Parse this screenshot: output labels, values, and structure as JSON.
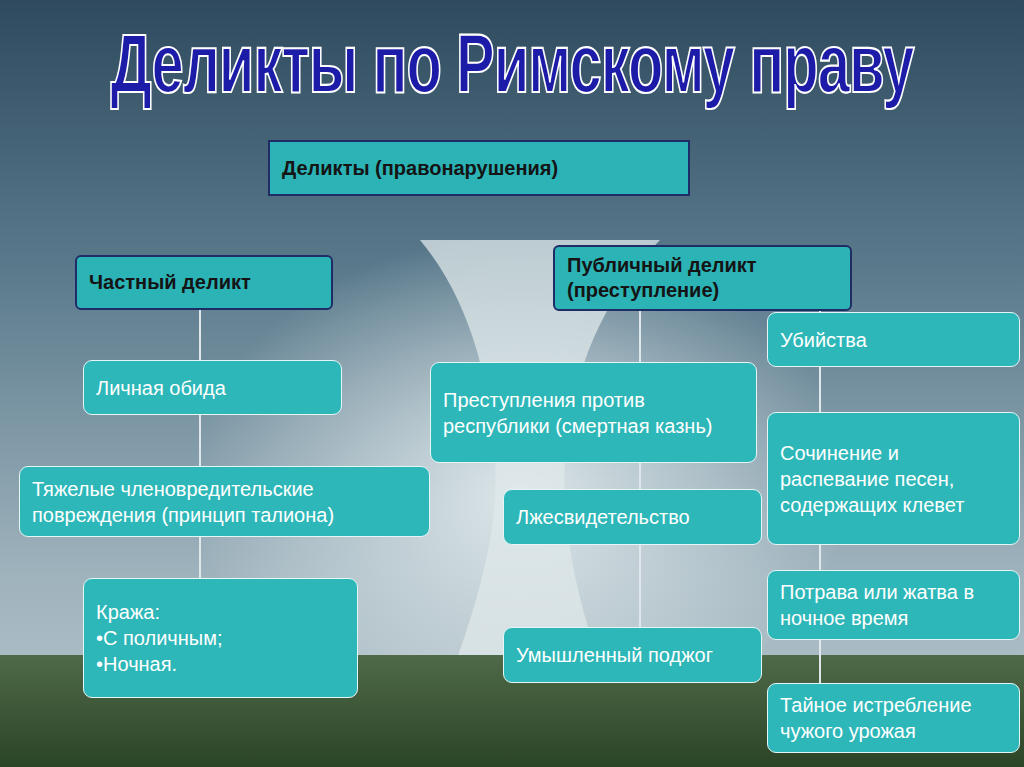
{
  "diagram": {
    "title": "Деликты по Римскому праву",
    "nodes": [
      {
        "text": [
          "Деликты (правонарушения)"
        ]
      },
      {
        "text": [
          "Частный деликт"
        ]
      },
      {
        "text": [
          "Публичный деликт (преступление)"
        ]
      },
      {
        "text": [
          "Личная обида"
        ]
      },
      {
        "text": [
          "Тяжелые членовредительские повреждения (принцип талиона)"
        ]
      },
      {
        "text": [
          "Кража:",
          "•С поличным;",
          "•Ночная."
        ]
      },
      {
        "text": [
          "Преступления против республики (смертная казнь)"
        ]
      },
      {
        "text": [
          "Лжесвидетельство"
        ]
      },
      {
        "text": [
          "Умышленный поджог"
        ]
      },
      {
        "text": [
          "Убийства"
        ]
      },
      {
        "text": [
          "Сочинение и распевание песен, содержащих клевет"
        ]
      },
      {
        "text": [
          "Потрава или жатва в ночное время"
        ]
      },
      {
        "text": [
          "Тайное истребление чужого урожая"
        ]
      }
    ],
    "edges": [
      {
        "from": 1,
        "to": 3,
        "arrow": "none"
      },
      {
        "from": 3,
        "to": 4,
        "arrow": "none"
      },
      {
        "from": 4,
        "to": 5,
        "arrow": "none"
      },
      {
        "from": 2,
        "to": 6,
        "arrow": "none"
      },
      {
        "from": 6,
        "to": 7,
        "arrow": "none"
      },
      {
        "from": 7,
        "to": 8,
        "arrow": "none"
      },
      {
        "from": 2,
        "to": 9,
        "arrow": "none"
      },
      {
        "from": 9,
        "to": 10,
        "arrow": "none"
      },
      {
        "from": 10,
        "to": 11,
        "arrow": "none"
      },
      {
        "from": 11,
        "to": 12,
        "arrow": "none"
      }
    ]
  }
}
